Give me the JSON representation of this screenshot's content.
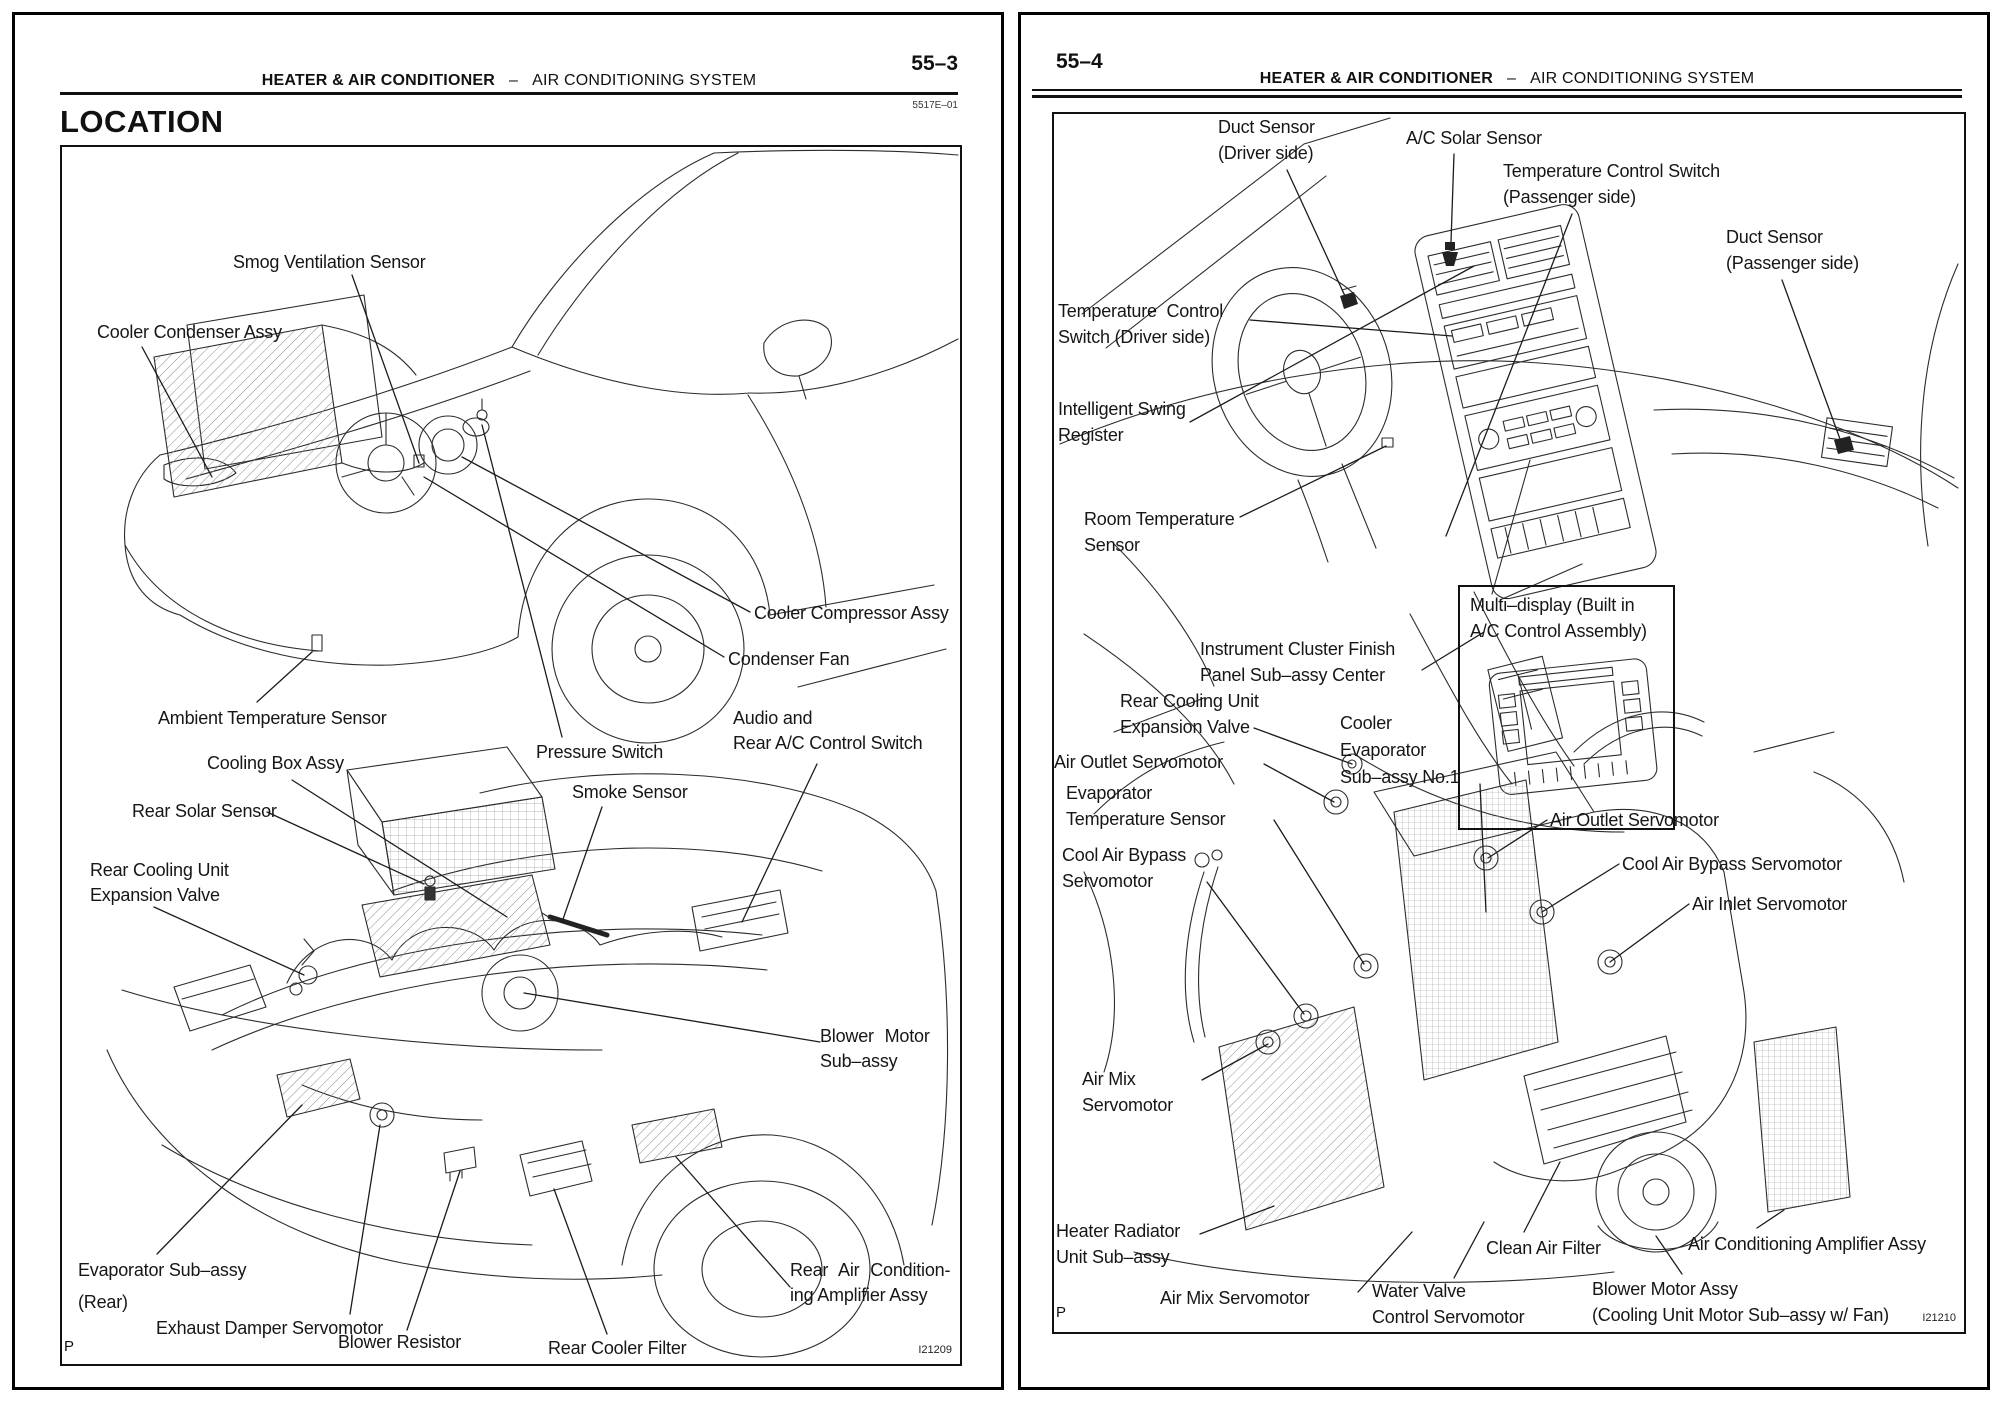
{
  "left": {
    "page_number": "55–3",
    "header": {
      "section": "HEATER & AIR CONDITIONER",
      "dash": "–",
      "subsection": "AIR CONDITIONING SYSTEM"
    },
    "doc_code": "5517E–01",
    "title": "LOCATION",
    "corner_mark": "P",
    "figure_id": "I21209",
    "labels": {
      "smog": "Smog Ventilation Sensor",
      "condenser": "Cooler Condenser Assy",
      "compressor": "Cooler Compressor Assy",
      "condenser_fan": "Condenser Fan",
      "ambient": "Ambient Temperature Sensor",
      "pressure": "Pressure Switch",
      "audio1": "Audio and",
      "audio2": "Rear A/C Control Switch",
      "cooling_box": "Cooling Box Assy",
      "smoke": "Smoke Sensor",
      "rear_solar": "Rear Solar Sensor",
      "rcu1": "Rear Cooling Unit",
      "rcu2": "Expansion Valve",
      "blower1": "Blower Motor",
      "blower2": "Sub–assy",
      "evap1": "Evaporator Sub–assy",
      "evap2": "(Rear)",
      "exhaust": "Exhaust Damper Servomotor",
      "resistor": "Blower Resistor",
      "filter": "Rear Cooler Filter",
      "amp1": "Rear Air Condition-",
      "amp2": "ing Amplifier Assy"
    }
  },
  "right": {
    "page_number": "55–4",
    "header": {
      "section": "HEATER & AIR CONDITIONER",
      "dash": "–",
      "subsection": "AIR CONDITIONING SYSTEM"
    },
    "corner_mark": "P",
    "figure_id": "I21210",
    "labels": {
      "duct_drv1": "Duct Sensor",
      "duct_drv2": "(Driver side)",
      "solar": "A/C Solar Sensor",
      "tc_pass1": "Temperature Control Switch",
      "tc_pass2": "(Passenger side)",
      "duct_pass1": "Duct Sensor",
      "duct_pass2": "(Passenger side)",
      "tc_drv1": "Temperature  Control",
      "tc_drv2": "Switch (Driver side)",
      "swing1": "Intelligent Swing",
      "swing2": "Register",
      "room1": "Room Temperature",
      "room2": "Sensor",
      "cluster1": "Instrument Cluster Finish",
      "cluster2": "Panel Sub–assy Center",
      "rcu1": "Rear Cooling Unit",
      "rcu2": "Expansion Valve",
      "cevap1": "Cooler",
      "cevap2": "Evaporator",
      "cevap3": "Sub–assy No.1",
      "display1": "Multi–display (Built in",
      "display2": "A/C Control Assembly)",
      "out_l": "Air Outlet Servomotor",
      "evap_t1": "Evaporator",
      "evap_t2": "Temperature Sensor",
      "bypass_l1": "Cool Air Bypass",
      "bypass_l2": "Servomotor",
      "out_r": "Air Outlet Servomotor",
      "bypass_r": "Cool Air Bypass Servomotor",
      "inlet": "Air Inlet Servomotor",
      "mix_l1": "Air Mix",
      "mix_l2": "Servomotor",
      "heater1": "Heater Radiator",
      "heater2": "Unit Sub–assy",
      "mix_b": "Air Mix Servomotor",
      "valve1": "Water Valve",
      "valve2": "Control Servomotor",
      "cfilter": "Clean Air Filter",
      "bmotor1": "Blower Motor Assy",
      "bmotor2": "(Cooling Unit Motor Sub–assy w/ Fan)",
      "amp": "Air Conditioning Amplifier Assy"
    }
  }
}
